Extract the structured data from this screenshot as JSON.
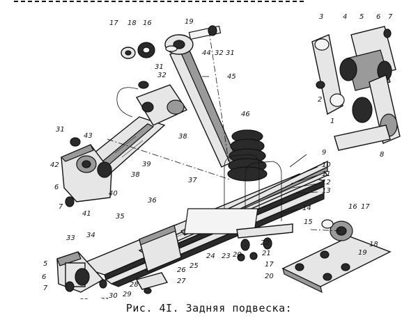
{
  "caption": "Рис. 4I. Задняя подвеска:",
  "callouts": [
    "1",
    "2",
    "3",
    "4",
    "5",
    "6",
    "7",
    "8",
    "9",
    "10",
    "11",
    "12",
    "13",
    "14",
    "15",
    "16",
    "17",
    "18",
    "19",
    "20",
    "21",
    "22",
    "23",
    "24",
    "25",
    "26",
    "27",
    "28",
    "29",
    "30",
    "31",
    "32",
    "33",
    "34",
    "35",
    "36",
    "37",
    "38",
    "39",
    "40",
    "41",
    "42",
    "43",
    "44",
    "45",
    "46"
  ]
}
